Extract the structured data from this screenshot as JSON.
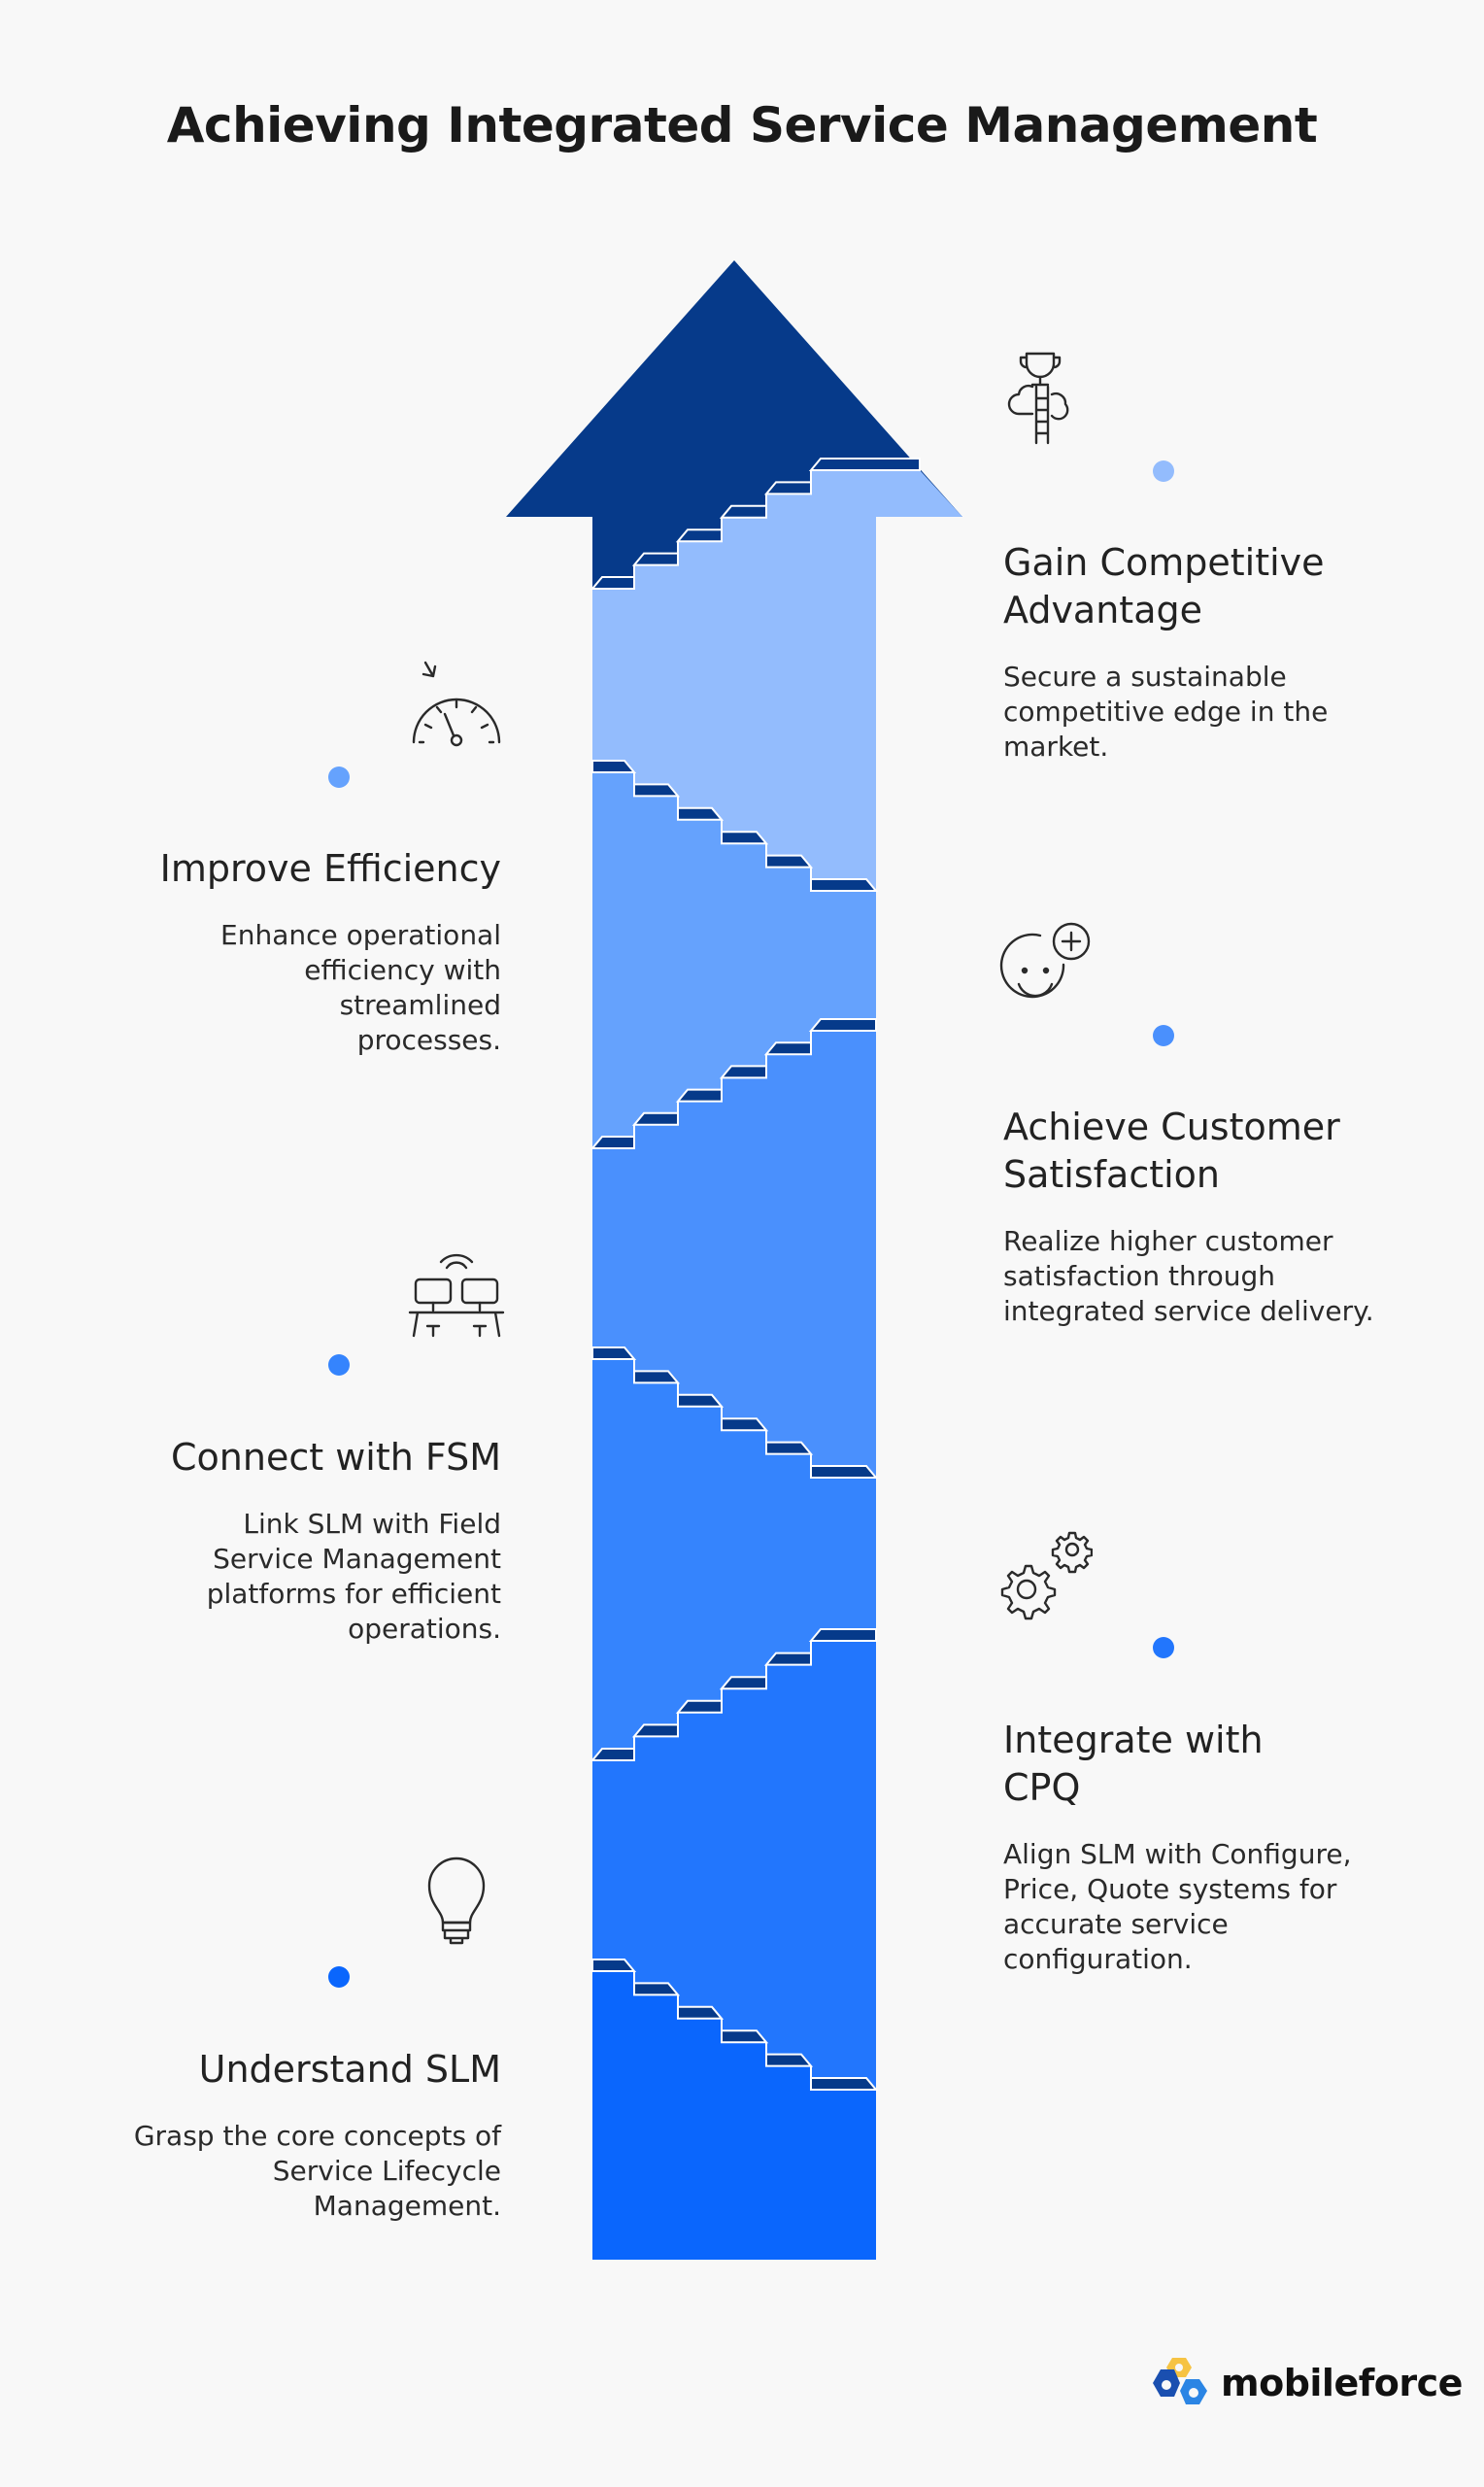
{
  "title": "Achieving Integrated Service Management",
  "colors": {
    "head": "#063a8a",
    "segments": [
      "#93bcfd",
      "#65a2fd",
      "#4a90fd",
      "#3584fd",
      "#2276fd",
      "#0a66fd"
    ],
    "dots": [
      "#93bcfd",
      "#65a2fd",
      "#4a90fd",
      "#3584fd",
      "#2276fd",
      "#0a66fd"
    ]
  },
  "stages": [
    {
      "icon": "trophy-ladder-icon",
      "heading": "Gain Competitive Advantage",
      "description": "Secure a sustainable competitive edge in the market."
    },
    {
      "icon": "speedometer-icon",
      "heading": "Improve Efficiency",
      "description": "Enhance operational efficiency with streamlined processes."
    },
    {
      "icon": "smiley-plus-icon",
      "heading": "Achieve Customer Satisfaction",
      "description": "Realize higher customer satisfaction through integrated service delivery."
    },
    {
      "icon": "connected-workstations-icon",
      "heading": "Connect with FSM",
      "description": "Link SLM with Field Service Management platforms for efficient operations."
    },
    {
      "icon": "gears-icon",
      "heading": "Integrate with CPQ",
      "description": "Align SLM with Configure, Price, Quote systems for accurate service configuration."
    },
    {
      "icon": "lightbulb-icon",
      "heading": "Understand SLM",
      "description": "Grasp the core concepts of Service Lifecycle Management."
    }
  ],
  "logo": {
    "text": "mobileforce"
  }
}
